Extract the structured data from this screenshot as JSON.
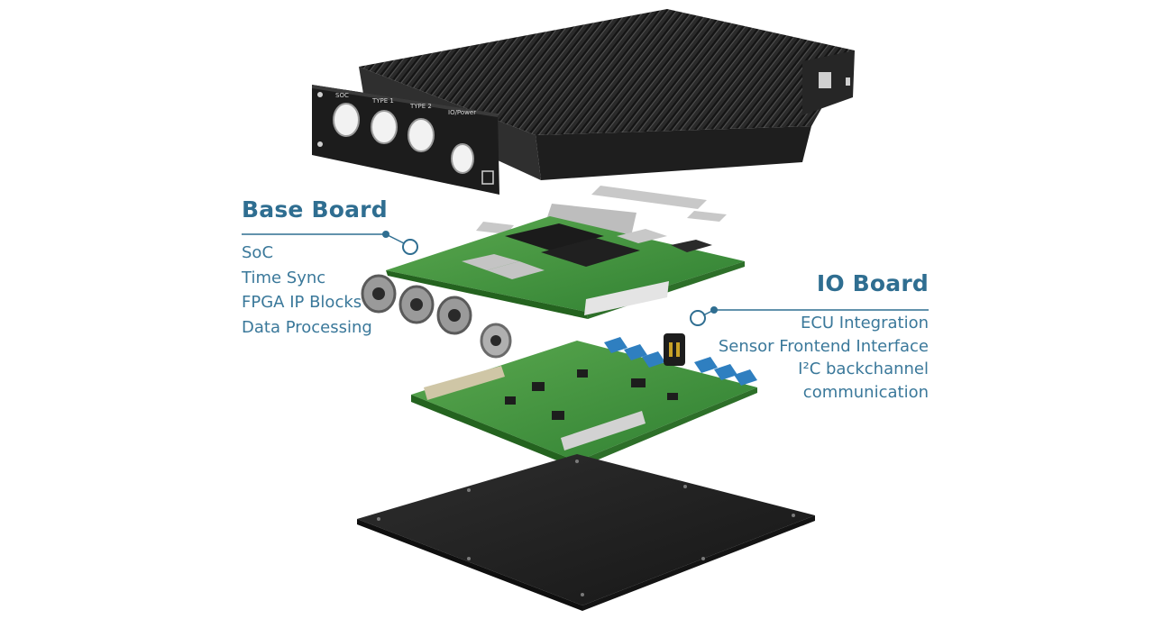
{
  "base_board": {
    "title": "Base Board",
    "items": [
      "SoC",
      "Time Sync",
      "FPGA IP Blocks",
      "Data Processing"
    ]
  },
  "io_board": {
    "title": "IO Board",
    "items": [
      "ECU Integration",
      "Sensor Frontend Interface",
      "I²C backchannel",
      "communication"
    ]
  },
  "front_panel": {
    "port_labels": [
      "SOC",
      "TYPE 1",
      "TYPE 2",
      "IO/Power"
    ]
  },
  "colors": {
    "label_text": "#2f6e91",
    "callout_line": "#2f6e91",
    "housing": "#2b2b2b",
    "pcb": "#3f9a3c",
    "connector_blue": "#2f7fc0"
  }
}
